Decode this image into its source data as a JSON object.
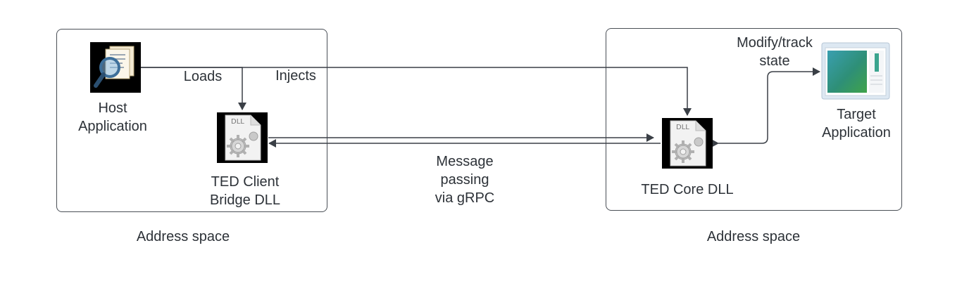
{
  "left_space_caption": "Address space",
  "right_space_caption": "Address space",
  "host": {
    "label": "Host\nApplication",
    "icon": "magnifier-document-icon"
  },
  "client_dll": {
    "label": "TED Client\nBridge DLL",
    "icon_text": "DLL",
    "icon": "dll-gear-icon"
  },
  "core_dll": {
    "label": "TED Core DLL",
    "icon_text": "DLL",
    "icon": "dll-gear-icon"
  },
  "target": {
    "label": "Target\nApplication",
    "icon": "application-window-icon"
  },
  "edges": {
    "loads": "Loads",
    "injects": "Injects",
    "message": "Message\npassing\nvia gRPC",
    "modify": "Modify/track\nstate"
  },
  "colors": {
    "line": "#3a3f46",
    "box_border": "#4a4f56",
    "text": "#2d3238"
  }
}
